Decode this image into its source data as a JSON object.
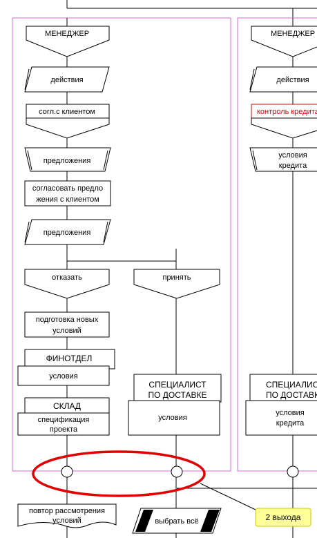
{
  "lane_left": {
    "header": "МЕНЕДЖЕР",
    "io_actions": "действия",
    "process_agree": "согл.с клиентом",
    "io_proposals_1": "предложения",
    "process_agree_proposals_line1": "согласовать предло",
    "process_agree_proposals_line2": "жения с клиентом",
    "io_proposals_2": "предложения",
    "branch_reject": "отказать",
    "branch_accept": "принять",
    "process_prepare_line1": "подготовка новых",
    "process_prepare_line2": "условий",
    "role_finance": "ФИНОТДЕЛ",
    "finance_conditions": "условия",
    "role_warehouse": "СКЛАД",
    "warehouse_spec_line1": "спецификация",
    "warehouse_spec_line2": "проекта",
    "role_delivery_line1": "СПЕЦИАЛИСТ",
    "role_delivery_line2": "ПО ДОСТАВКЕ",
    "delivery_conditions": "условия"
  },
  "lane_right": {
    "header": "МЕНЕДЖЕР",
    "io_actions": "действия",
    "process_credit_control": "контроль кредита",
    "io_credit_conditions_line1": "условия",
    "io_credit_conditions_line2": "кредита",
    "role_specialist_line1": "СПЕЦИАЛИСТ",
    "role_specialist_line2": "ПО ДОСТАВКЕ",
    "credit_conditions_line1": "условия",
    "credit_conditions_line2": "кредита"
  },
  "bottom": {
    "repeat_line1": "повтор рассмотрения",
    "repeat_line2": "условий",
    "select_all": "выбрать всё",
    "callout": "2 выхода"
  },
  "colors": {
    "lane_border": "#e080e0",
    "highlight": "#e00000",
    "callout_fill": "#ffff99",
    "callout_border": "#c8c800"
  }
}
